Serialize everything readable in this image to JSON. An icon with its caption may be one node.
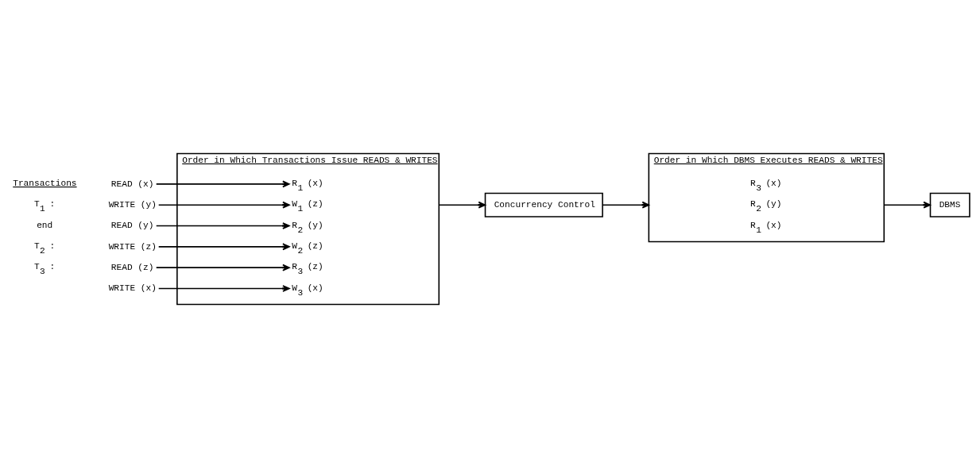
{
  "diagram": {
    "nodes": [
      {
        "text": [
          "READ (x)"
        ]
      },
      {
        "text": [
          "WRITE (y)"
        ]
      },
      {
        "text": [
          "READ (y)"
        ]
      },
      {
        "text": [
          "WRITE (z)"
        ]
      },
      {
        "text": [
          "READ (z)"
        ]
      },
      {
        "text": [
          "WRITE (x)"
        ]
      },
      {
        "text": [
          "Order in Which Transactions Issue READS & WRITES"
        ]
      },
      {
        "text": [
          "R$_{1}$ (x)"
        ],
        "in": 6
      },
      {
        "text": [
          "R$_{2}$ (y)"
        ],
        "in": 6
      },
      {
        "text": [
          "R$_{3}$ (z)"
        ],
        "in": 6
      },
      {
        "text": [
          "W$_{1}$ (z)"
        ],
        "in": 6
      },
      {
        "text": [
          "W$_{2}$ (z)"
        ],
        "in": 6
      },
      {
        "text": [
          "W$_{3}$ (x)"
        ],
        "in": 6
      },
      {
        "text": [
          "Concurrency Control"
        ]
      },
      {
        "text": [
          "Order in Which DBMS Executes READS & WRITES"
        ]
      },
      {
        "text": [
          "R$_{1}$ (x)"
        ],
        "in": 14
      },
      {
        "text": [
          "R$_{2}$ (y)"
        ],
        "in": 14
      },
      {
        "text": [
          "R$_{3}$ (x)"
        ],
        "in": 14
      },
      {
        "text": [
          "DBMS"
        ]
      }
    ],
    "edges": [
      {
        "from": 0,
        "to": 7,
        "arrow": "to"
      },
      {
        "from": 1,
        "to": 10,
        "arrow": "to"
      },
      {
        "from": 2,
        "to": 8,
        "arrow": "to"
      },
      {
        "from": 3,
        "to": 11,
        "arrow": "to"
      },
      {
        "from": 4,
        "to": 9,
        "arrow": "to"
      },
      {
        "from": 5,
        "to": 12,
        "arrow": "to"
      },
      {
        "from": 6,
        "to": 13,
        "arrow": "to"
      },
      {
        "from": 13,
        "to": 14,
        "arrow": "to"
      },
      {
        "from": 14,
        "to": 18,
        "arrow": "to"
      }
    ],
    "labels": [
      "Transactions",
      "T$_{1}$ :",
      "end",
      "T$_{2}$ :",
      "T$_{3}$ :"
    ]
  }
}
